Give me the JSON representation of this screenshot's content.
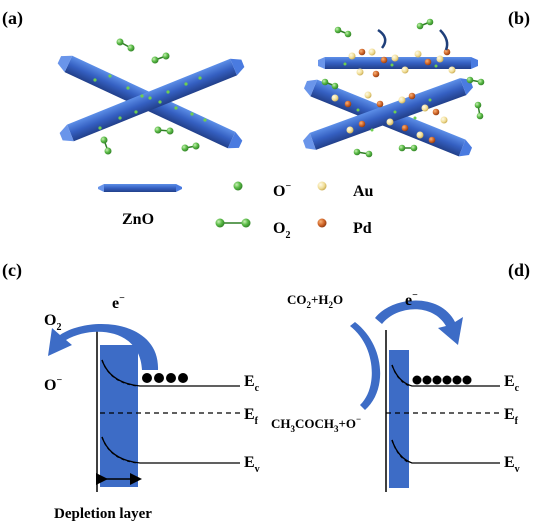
{
  "panels": {
    "a": "(a)",
    "b": "(b)",
    "c": "(c)",
    "d": "(d)"
  },
  "legend": {
    "zno": "ZnO",
    "o_minus": "O",
    "o_minus_sup": "−",
    "o2": "O",
    "o2_sub": "2",
    "au": "Au",
    "pd": "Pd"
  },
  "panel_c": {
    "electron": "e",
    "electron_sup": "−",
    "o2": "O",
    "o2_sub": "2",
    "o_minus": "O",
    "o_minus_sup": "−",
    "ec": "E",
    "ec_sub": "c",
    "ef": "E",
    "ef_sub": "f",
    "ev": "E",
    "ev_sub": "v",
    "depletion": "Depletion layer"
  },
  "panel_d": {
    "electron": "e",
    "electron_sup": "−",
    "products": "CO",
    "products_sub1": "2",
    "products_mid": "+H",
    "products_sub2": "2",
    "products_end": "O",
    "reactant_a": "CH",
    "reactant_sub1": "3",
    "reactant_b": "COCH",
    "reactant_sub2": "3",
    "reactant_c": "+O",
    "reactant_sup": "−",
    "ec": "E",
    "ec_sub": "c",
    "ef": "E",
    "ef_sub": "f",
    "ev": "E",
    "ev_sub": "v"
  },
  "colors": {
    "zno_blue": "#3f6fd0",
    "zno_dark": "#2a4c9a",
    "oxygen_green": "#56b84a",
    "au_yellow": "#f3e3a6",
    "pd_orange": "#d06a2a",
    "arrow_blue": "#3d6cc6"
  }
}
